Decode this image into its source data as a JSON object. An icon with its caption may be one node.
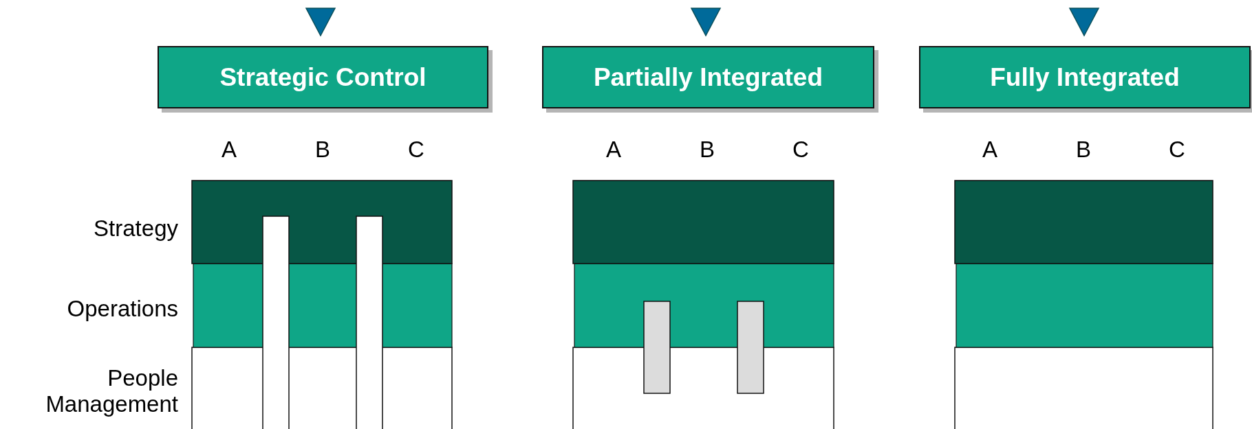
{
  "diagram": {
    "nodes": [
      {
        "text": [
          "Strategic Control"
        ]
      },
      {
        "text": [
          "Partially Integrated"
        ]
      },
      {
        "text": [
          "Fully Integrated"
        ]
      }
    ],
    "labels": [
      "A",
      "B",
      "C",
      "A",
      "B",
      "C",
      "A",
      "B",
      "C",
      "Strategy",
      "Operations",
      "People Management"
    ]
  }
}
